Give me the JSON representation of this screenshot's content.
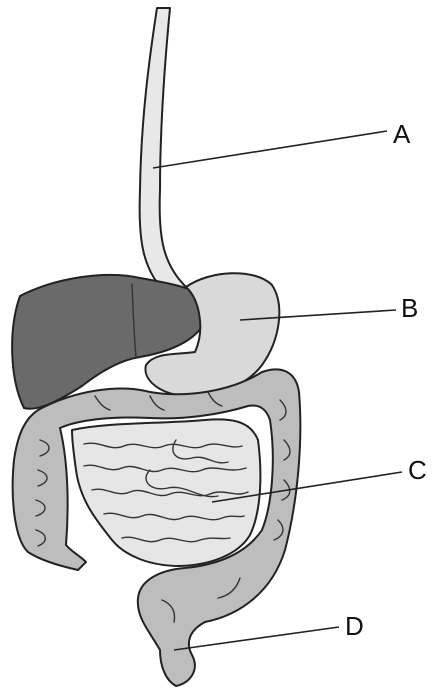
{
  "labels": {
    "a": "A",
    "b": "B",
    "c": "C",
    "d": "D"
  },
  "colors": {
    "liver": "#6a6a6a",
    "stomach": "#d9d9d9",
    "intestine": "#bdbdbd",
    "small_intestine": "#e6e6e6",
    "outline": "#222222"
  }
}
